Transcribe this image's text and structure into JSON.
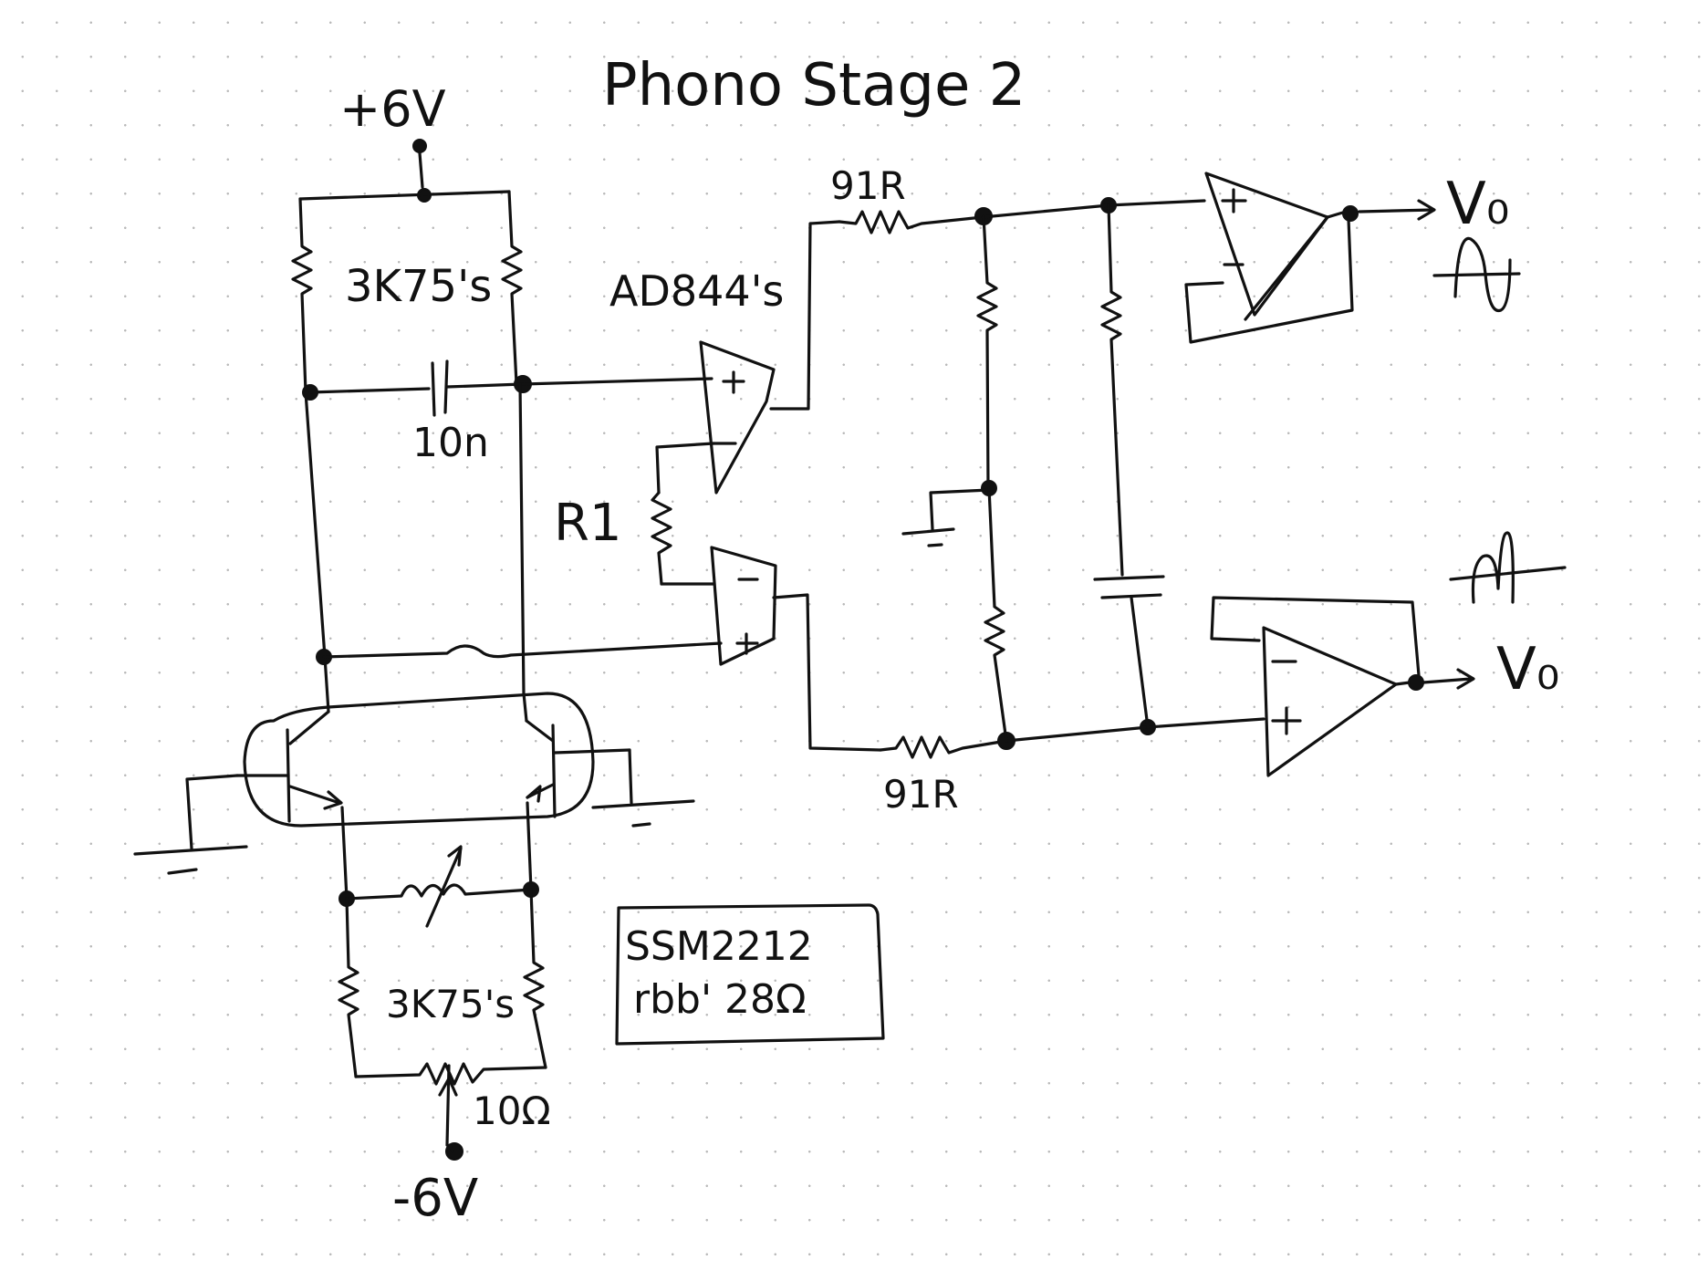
{
  "title": "Phono Stage 2",
  "labels": {
    "supply_pos": "+6V",
    "supply_neg": "-6V",
    "upper_resistors": "3K75's",
    "lower_resistors": "3K75's",
    "capacitor": "10n",
    "opamp_type": "AD844's",
    "gain_resistor": "R1",
    "top_resistor": "91R",
    "bottom_resistor": "91R",
    "trim_pot": "10Ω",
    "output_top": "V₀",
    "output_bottom": "V₀",
    "transistor_note_line1": "SSM2212",
    "transistor_note_line2": "rbb' 28Ω"
  },
  "colors": {
    "ink": "#111111",
    "paper": "#ffffff",
    "grid_dots": "#b9b9b9"
  },
  "icons": [
    "ground-symbol",
    "resistor-symbol",
    "capacitor-symbol",
    "opamp-symbol",
    "transistor-symbol",
    "potentiometer-symbol",
    "sine-wave-icon"
  ]
}
